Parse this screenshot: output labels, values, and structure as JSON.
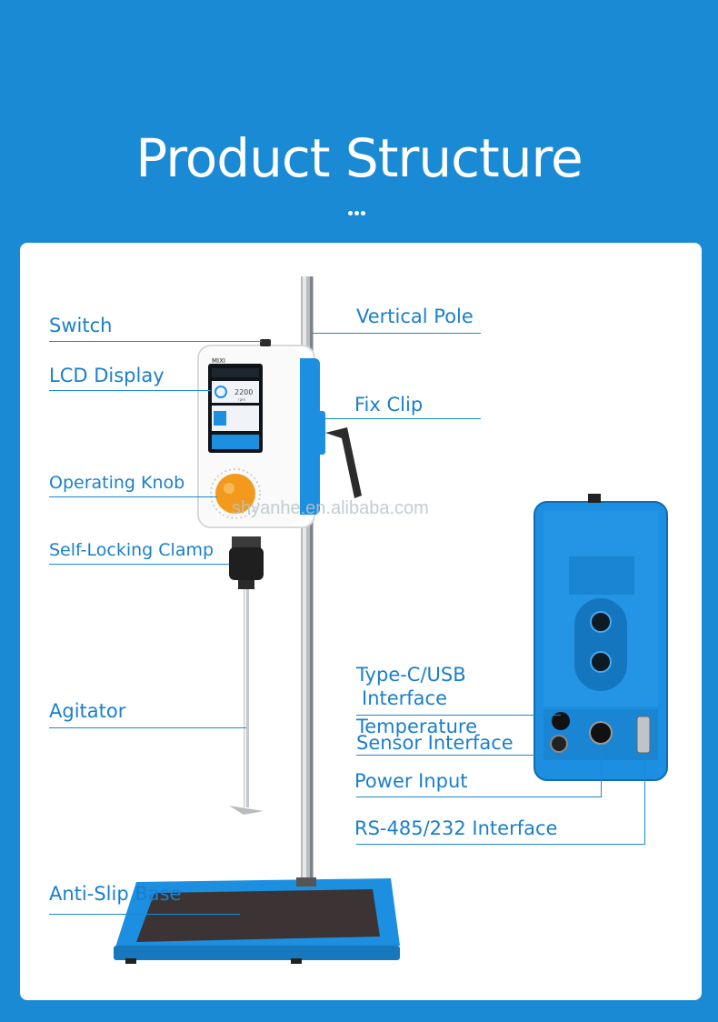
{
  "header": {
    "title": "Product Structure"
  },
  "labels": {
    "switch": "Switch",
    "lcd_display": "LCD Display",
    "operating_knob": "Operating Knob",
    "self_locking_clamp": "Self-Locking Clamp",
    "agitator": "Agitator",
    "anti_slip_base": "Anti-Slip Base",
    "vertical_pole": "Vertical Pole",
    "fix_clip": "Fix Clip",
    "type_c_usb_line1": "Type-C/USB",
    "type_c_usb_line2": "Interface",
    "temperature_line1": "Temperature",
    "temperature_line2": "Sensor Interface",
    "power_input": "Power Input",
    "rs485": "RS-485/232 Interface"
  },
  "device_screen": {
    "brand": "MIXI",
    "speed": "2200",
    "unit": "rpm"
  },
  "watermark": "shyanhe.en.alibaba.com",
  "colors": {
    "background": "#1a8ad4",
    "label": "#1a7fcb",
    "device_blue": "#1d8fe0",
    "knob": "#f39a1c"
  }
}
